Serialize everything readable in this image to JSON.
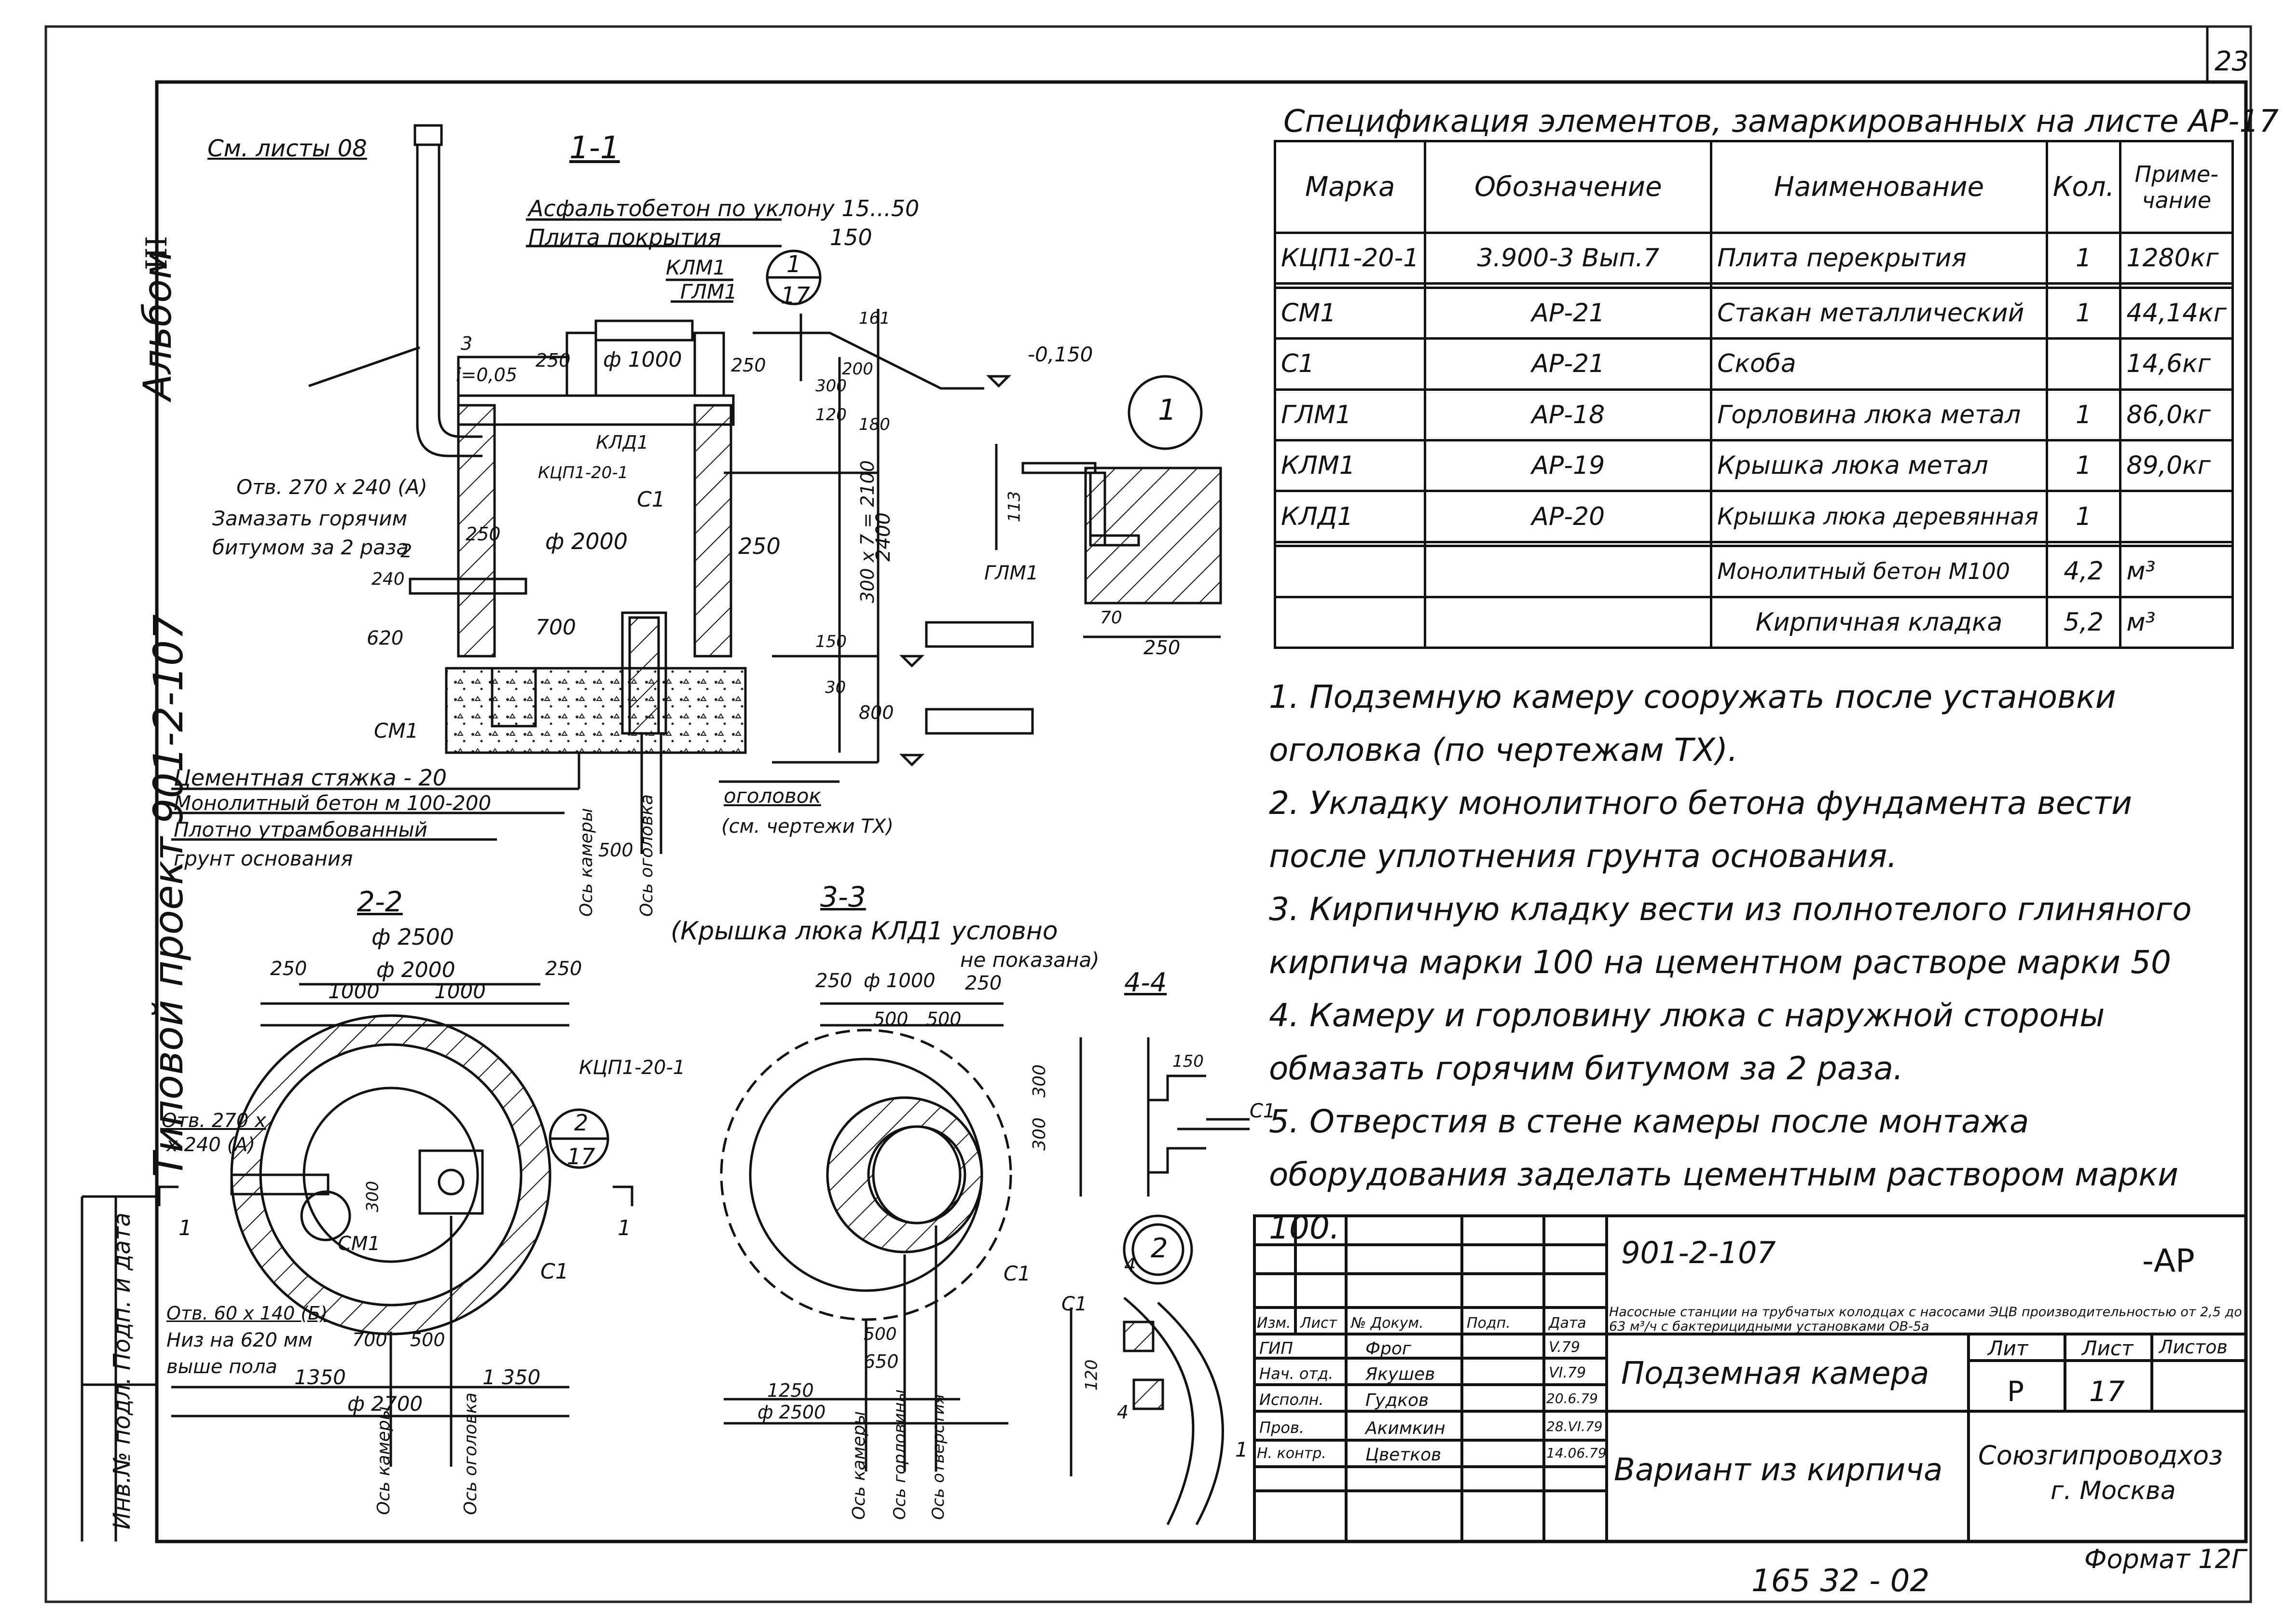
{
  "page_number": "23",
  "album_label": "Альбом",
  "album_roman": "III",
  "side_project": "Типовой проект   901-2-107",
  "side_signature": "Подп. и дата",
  "side_inventory": "Инв.№ подл.",
  "spec": {
    "title": "Спецификация элементов, замаркированных на листе АР-17",
    "headers": [
      "Марка",
      "Обозначение",
      "Наименование",
      "Кол.",
      "Приме- чание"
    ],
    "rows": [
      {
        "mark": "КЦП1-20-1",
        "doc": "3.900-3    Вып.7",
        "name": "Плита перекрытия",
        "qty": "1",
        "note": "1280кг"
      },
      {
        "mark": "",
        "doc": "",
        "name": "",
        "qty": "",
        "note": ""
      },
      {
        "mark": "СМ1",
        "doc": "АР-21",
        "name": "Стакан металлический",
        "qty": "1",
        "note": "44,14кг"
      },
      {
        "mark": "С1",
        "doc": "АР-21",
        "name": "Скоба",
        "qty": "",
        "note": "14,6кг"
      },
      {
        "mark": "ГЛМ1",
        "doc": "АР-18",
        "name": "Горловина люка метал",
        "qty": "1",
        "note": "86,0кг"
      },
      {
        "mark": "КЛМ1",
        "doc": "АР-19",
        "name": "Крышка люка метал",
        "qty": "1",
        "note": "89,0кг"
      },
      {
        "mark": "КЛД1",
        "doc": "АР-20",
        "name": "Крышка люка деревянная",
        "qty": "1",
        "note": ""
      },
      {
        "mark": "",
        "doc": "",
        "name": "",
        "qty": "",
        "note": ""
      },
      {
        "mark": "",
        "doc": "",
        "name": "Монолитный бетон М100",
        "qty": "4,2",
        "note": "м³"
      },
      {
        "mark": "",
        "doc": "",
        "name": "Кирпичная кладка",
        "qty": "5,2",
        "note": "м³"
      }
    ]
  },
  "notes": [
    "1. Подземную камеру сооружать после установки оголовка (по чертежам ТХ).",
    "2. Укладку монолитного бетона фундамента вести после уплотнения грунта основания.",
    "3. Кирпичную кладку вести из полнотелого глиняного кирпича марки 100 на цементном растворе марки 50",
    "4. Камеру и горловину люка с наружной стороны обмазать горячим битумом за 2 раза.",
    "5. Отверстия в стене камеры после монтажа оборудования заделать цементным раствором марки 100."
  ],
  "section_1": {
    "title": "1-1",
    "ref_sheets": "См. листы 08",
    "asphalt": "Асфальтобетон по уклону 15...50",
    "cover_plate": "Плита покрытия",
    "cover_dim": "150",
    "klm": "КЛМ1",
    "glm": "ГЛМ1",
    "callout_num": "1",
    "callout_sheet": "17",
    "d1000": "ф 1000",
    "d2000": "ф 2000",
    "d250a": "250",
    "d250b": "250",
    "d250c": "250",
    "d250d": "250",
    "slope": "i=0,05",
    "three": "3",
    "kld": "КЛД1",
    "kcp": "КЦП1-20-1",
    "c1": "С1",
    "hole": "Отв. 270 x 240 (А)",
    "bitumen1": "Замазать горячим",
    "bitumen2": "битумом за 2 раза",
    "two": "2",
    "d240": "240",
    "d620": "620",
    "d700": "700",
    "cm1": "СМ1",
    "level": "-0,150",
    "d161": "161",
    "d200": "200",
    "d300": "300",
    "d120": "120",
    "d180": "180",
    "d2400": "2400",
    "d300x7": "300 x 7 = 2100",
    "d150": "150",
    "d30": "30",
    "d800": "800",
    "cement": "Цементная стяжка  - 20",
    "concrete": "Монолитный бетон м 100-200",
    "soil1": "Плотно утрамбованный",
    "soil2": "грунт основания",
    "axis_cam": "Ось камеры",
    "d500": "500",
    "axis_head": "Ось оголовка",
    "head": "оголовок",
    "head_ref": "(см. чертежи ТХ)"
  },
  "detail_1": {
    "num": "1",
    "d113": "113",
    "d70": "70",
    "d250": "250",
    "glm": "ГЛМ1"
  },
  "section_2": {
    "title": "2-2",
    "d2500": "ф 2500",
    "d2000": "ф 2000",
    "d250a": "250",
    "d250b": "250",
    "d1000a": "1000",
    "d1000b": "1000",
    "hole1": "Отв. 270 x",
    "hole2": "x 240 (А)",
    "kcp": "КЦП1-20-1",
    "callout_num": "2",
    "callout_sheet": "17",
    "d300": "300",
    "cm1": "СМ1",
    "c1": "С1",
    "one_l": "1",
    "one_r": "1",
    "hole60": "Отв. 60 x 140 (Б)",
    "low1": "Низ на 620 мм",
    "low2": "выше пола",
    "d700": "700",
    "d500": "500",
    "d1350a": "1350",
    "d1350b": "1 350",
    "d2700": "ф 2700",
    "axis_cam": "Ось камеры",
    "axis_head": "Ось оголовка"
  },
  "section_3": {
    "title": "3-3",
    "note1": "(Крышка люка КЛД1 условно",
    "note2": "не показана)",
    "d250": "250",
    "d1000": "ф 1000",
    "d250b": "250",
    "d500a": "500",
    "d500b": "500",
    "d500c": "500",
    "d650": "650",
    "d1250": "1250",
    "d2500": "ф 2500",
    "c1": "С1",
    "axis_cam": "Ось камеры",
    "axis_neck": "Ось горловины",
    "axis_hole": "Ось отверстия"
  },
  "section_4": {
    "title": "4-4",
    "d300a": "300",
    "d300b": "300",
    "d150": "150",
    "c1": "С1"
  },
  "detail_2": {
    "num": "2",
    "four_a": "4",
    "four_b": "4",
    "c1": "С1",
    "d120": "120",
    "one": "1"
  },
  "title_block": {
    "code": "901-2-107",
    "sheet_code": "-АР",
    "desc1": "Насосные станции на трубчатых колодцах с насосами ЭЦВ производительностью от 2,5 до 63 м³/ч с бактерицидными установками ОВ-5а",
    "cols": [
      "Изм.",
      "Лист",
      "№ Докум.",
      "Подп.",
      "Дата"
    ],
    "rows": [
      {
        "role": "ГИП",
        "name": "Фрог",
        "date": "V.79"
      },
      {
        "role": "Нач. отд.",
        "name": "Якушев",
        "date": "VI.79"
      },
      {
        "role": "Исполн.",
        "name": "Гудков",
        "date": "20.6.79"
      },
      {
        "role": "Пров.",
        "name": "Акимкин",
        "date": "28.VI.79"
      },
      {
        "role": "Н. контр.",
        "name": "Цветков",
        "date": "14.06.79"
      }
    ],
    "title1": "Подземная камера",
    "title2": "Вариант из кирпича",
    "lit_h": "Лит",
    "list_h": "Лист",
    "lists_h": "Листов",
    "lit": "Р",
    "list": "17",
    "org1": "Союзгипроводхоз",
    "org2": "г. Москва"
  },
  "format": "Формат 12Г",
  "bottom_code": "165 32 - 02"
}
